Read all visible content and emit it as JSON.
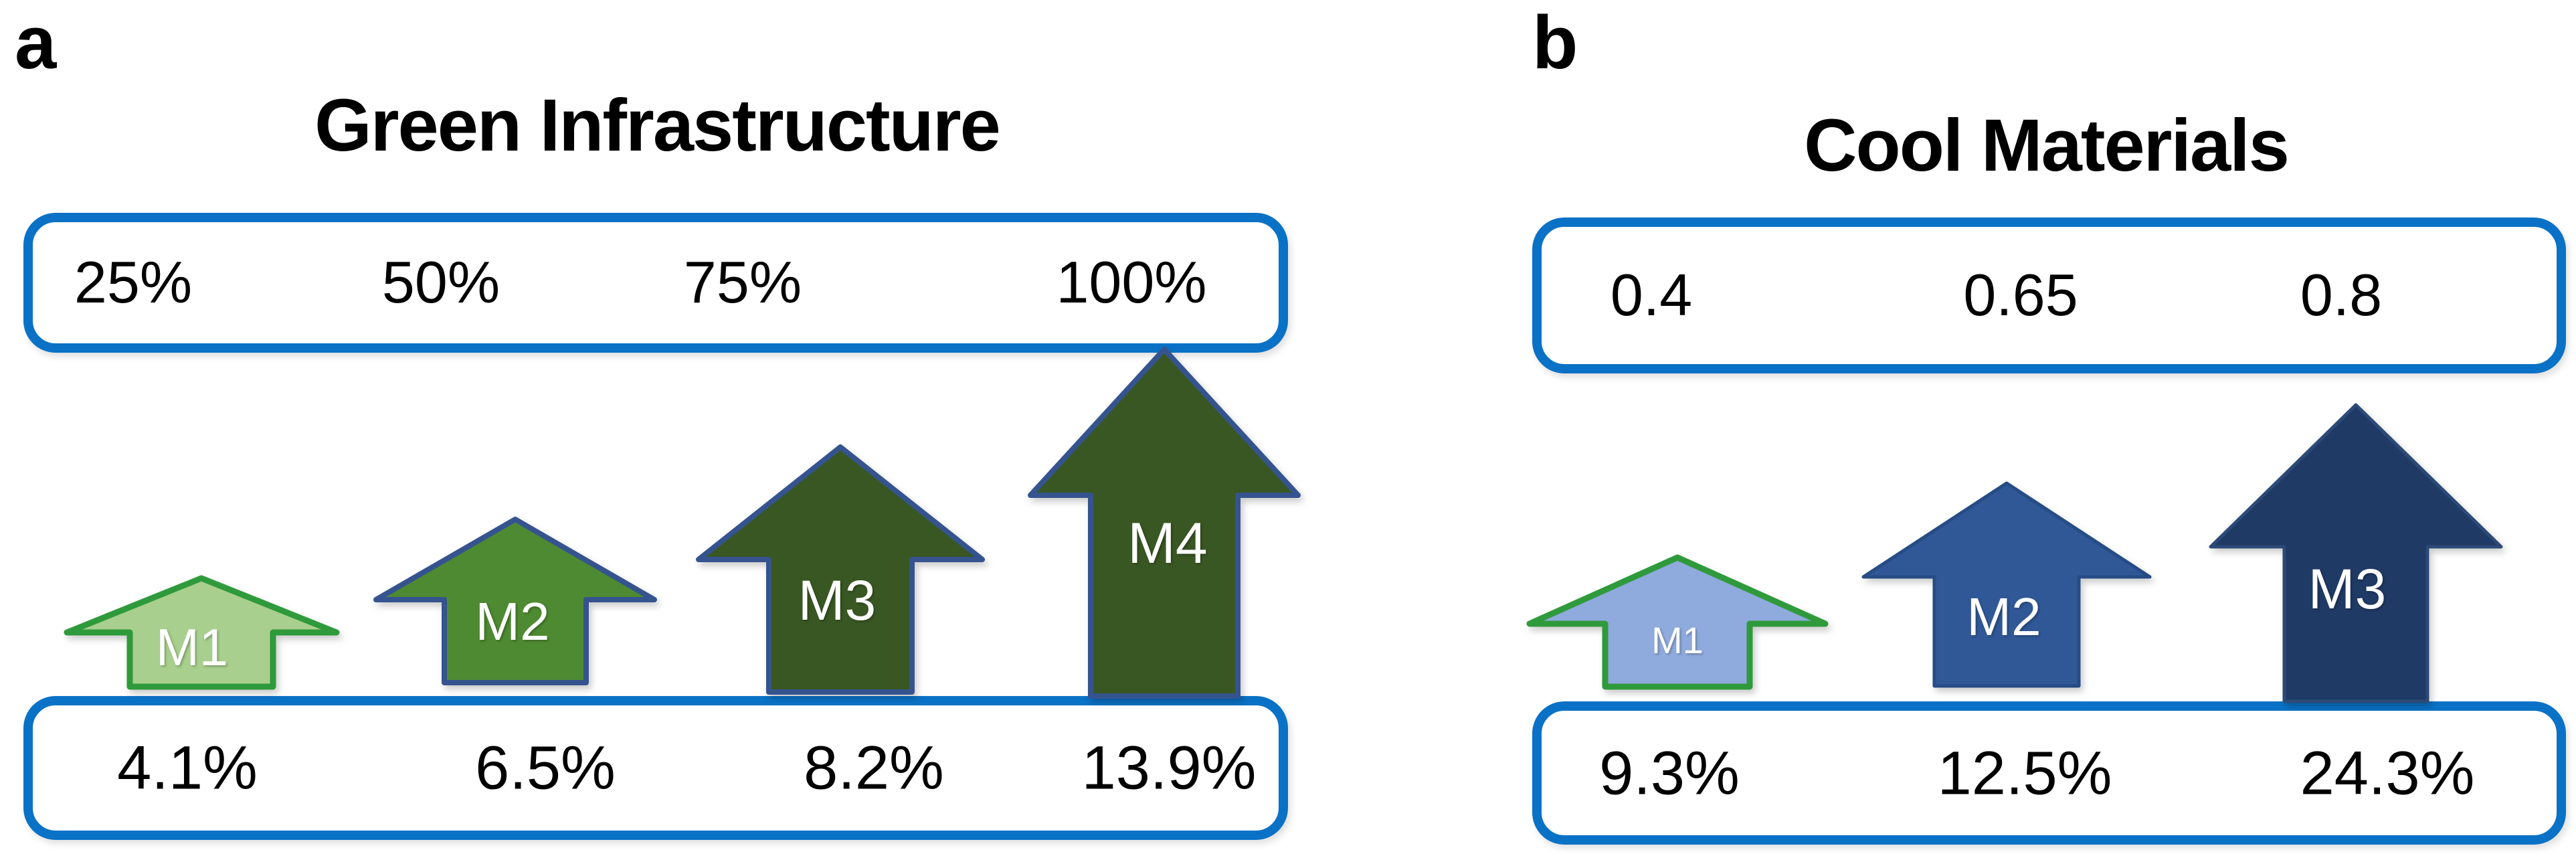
{
  "figure": {
    "type": "block-arrow-comparison-diagram",
    "background": "#FFFFFF"
  },
  "colors": {
    "box_border_blue": "#0A72C6",
    "green_border": "#2F9A3B",
    "navy_border": "#35548F",
    "light_green_fill": "#A8CF8D",
    "medium_green_fill": "#4E8A31",
    "dark_green_fill": "#395722",
    "light_blue_fill": "#8FAADC",
    "medium_blue_fill": "#305897",
    "dark_blue_fill": "#203A66",
    "label_text": "#FFFFFF",
    "value_text": "#000000"
  },
  "panels": [
    {
      "letter": "a",
      "title": "Green Infrastructure",
      "top_scale_labels": [
        "25%",
        "50%",
        "75%",
        "100%"
      ],
      "arrows": [
        {
          "label": "M1",
          "fill": "#A8CF8D"
        },
        {
          "label": "M2",
          "fill": "#4E8A31"
        },
        {
          "label": "M3",
          "fill": "#395722"
        },
        {
          "label": "M4",
          "fill": "#395722"
        }
      ],
      "bottom_values": [
        "4.1%",
        "6.5%",
        "8.2%",
        "13.9%"
      ]
    },
    {
      "letter": "b",
      "title": "Cool Materials",
      "top_scale_labels": [
        "0.4",
        "0.65",
        "0.8"
      ],
      "arrows": [
        {
          "label": "M1",
          "fill": "#8FAADC"
        },
        {
          "label": "M2",
          "fill": "#305897"
        },
        {
          "label": "M3",
          "fill": "#203A66"
        }
      ],
      "bottom_values": [
        "9.3%",
        "12.5%",
        "24.3%"
      ]
    }
  ]
}
